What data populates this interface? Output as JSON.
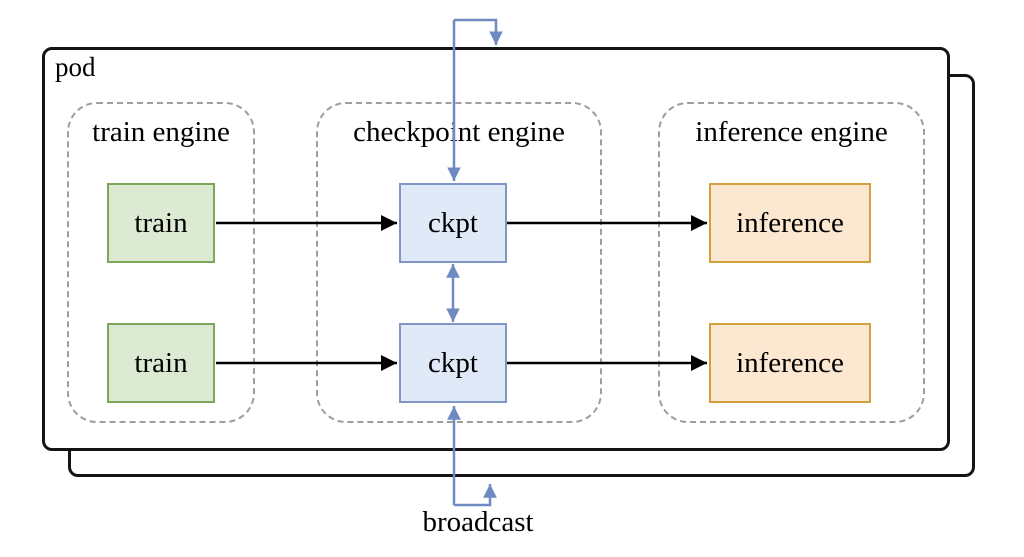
{
  "diagram": {
    "pod_label": "pod",
    "broadcast_label": "broadcast",
    "groups": [
      {
        "label": "train engine"
      },
      {
        "label": "checkpoint engine"
      },
      {
        "label": "inference engine"
      }
    ],
    "nodes": [
      {
        "label": "train"
      },
      {
        "label": "train"
      },
      {
        "label": "ckpt"
      },
      {
        "label": "ckpt"
      },
      {
        "label": "inference"
      },
      {
        "label": "inference"
      }
    ],
    "colors": {
      "train_fill": "#dcead3",
      "train_border": "#7ca65c",
      "ckpt_fill": "#dfe9f7",
      "ckpt_border": "#8096c6",
      "inference_fill": "#fce8d1",
      "inference_border": "#d2a03c",
      "blue_arrow": "#6f8ac0",
      "black_arrow": "#000000",
      "pod_border": "#141414",
      "group_border": "#9e9e9e"
    }
  }
}
